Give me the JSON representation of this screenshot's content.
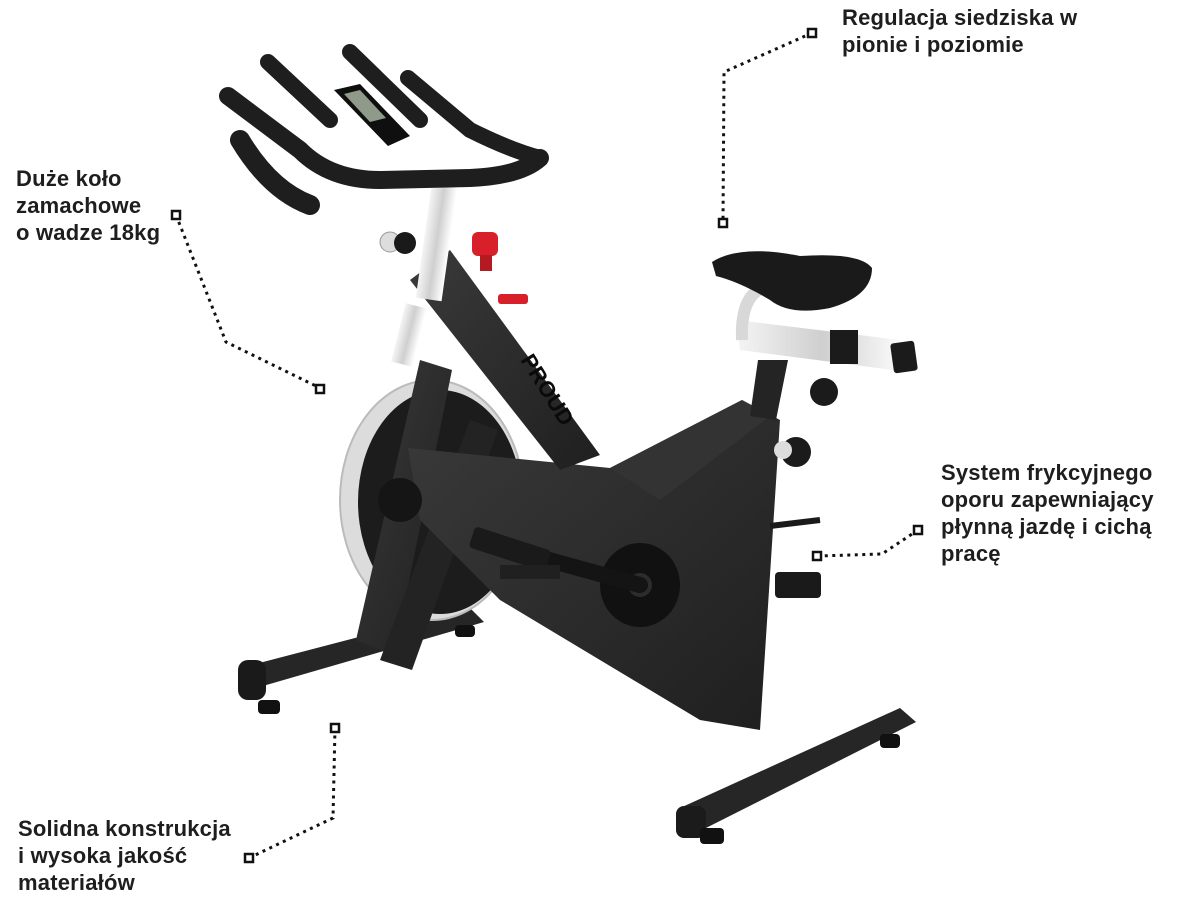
{
  "callouts": {
    "seat": {
      "lines": [
        "Regulacja siedziska w",
        "pionie i poziomie"
      ]
    },
    "flywheel": {
      "lines": [
        "Duże koło",
        "zamachowe",
        "o wadze 18kg"
      ]
    },
    "resistance": {
      "lines": [
        "System frykcyjnego",
        "oporu zapewniający",
        "płynną jazdę i cichą",
        "pracę"
      ]
    },
    "construction": {
      "lines": [
        "Solidna konstrukcja",
        "i wysoka jakość",
        "materiałów"
      ]
    }
  },
  "product": {
    "brand_label": "PROUD"
  },
  "colors": {
    "frame": "#2b2b2b",
    "text": "#1e1e1e",
    "accent_red": "#d8202a",
    "chrome": "#e6e6e6"
  },
  "icons": [
    "leader-marker-icon"
  ]
}
